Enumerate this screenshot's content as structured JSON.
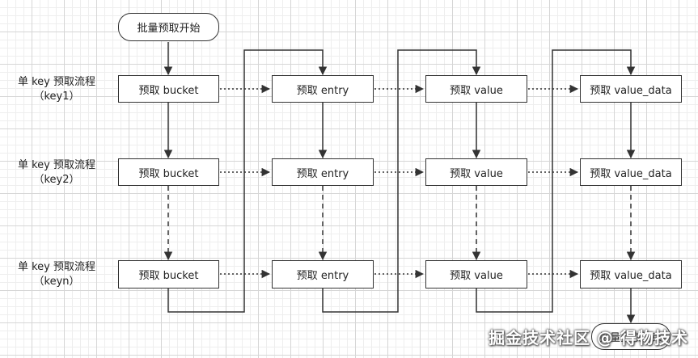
{
  "start_node": "批量预取开始",
  "end_node": "批量预取结束",
  "rows": [
    {
      "label_line1": "单 key 预取流程",
      "label_line2": "（key1）",
      "steps": [
        "预取 bucket",
        "预取 entry",
        "预取 value",
        "预取 value_data"
      ]
    },
    {
      "label_line1": "单 key 预取流程",
      "label_line2": "（key2）",
      "steps": [
        "预取 bucket",
        "预取 entry",
        "预取 value",
        "预取 value_data"
      ]
    },
    {
      "label_line1": "单 key 预取流程",
      "label_line2": "（keyn）",
      "steps": [
        "预取 bucket",
        "预取 entry",
        "预取 value",
        "预取 value_data"
      ]
    }
  ],
  "watermark": "掘金技术社区 @ 得物技术",
  "colors": {
    "line": "#333333",
    "grid": "#d6d6d6",
    "box_fill": "#ffffff"
  }
}
